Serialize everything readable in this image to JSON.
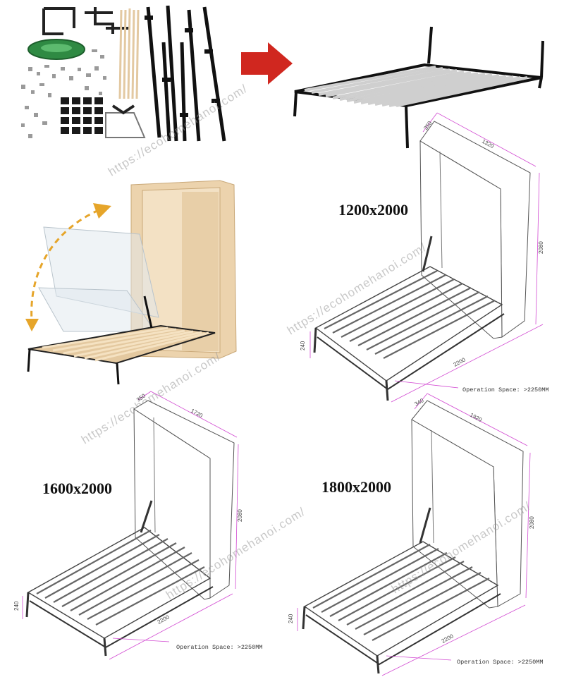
{
  "panels": {
    "kit": {
      "watermark": "https://ecohomehanoi.com/"
    },
    "action": {
      "watermark": "https://ecohomehanoi.com/"
    },
    "bed_1200": {
      "size_label": "1200x2000",
      "dims": {
        "depth": "350",
        "width": "1320",
        "height": "2080",
        "leg_height": "240",
        "length": "2200"
      },
      "operation_space": "Operation Space: >2250MM",
      "watermark": "https://ecohomehanoi.com/"
    },
    "bed_1600": {
      "size_label": "1600x2000",
      "dims": {
        "depth": "350",
        "width": "1720",
        "height": "2080",
        "leg_height": "240",
        "length": "2200"
      },
      "operation_space": "Operation Space: >2250MM",
      "watermark": "https://ecohomehanoi.com/"
    },
    "bed_1800": {
      "size_label": "1800x2000",
      "dims": {
        "depth": "340",
        "width": "1920",
        "height": "2080",
        "leg_height": "240",
        "length": "2200"
      },
      "operation_space": "Operation Space: >2250MM",
      "watermark": "https://ecohomehanoi.com/"
    }
  },
  "colors": {
    "arrow": "#d0271f",
    "motion_arrow": "#e6a52a",
    "dimension": "#d24bd2",
    "wood": "#ecd3ad"
  }
}
